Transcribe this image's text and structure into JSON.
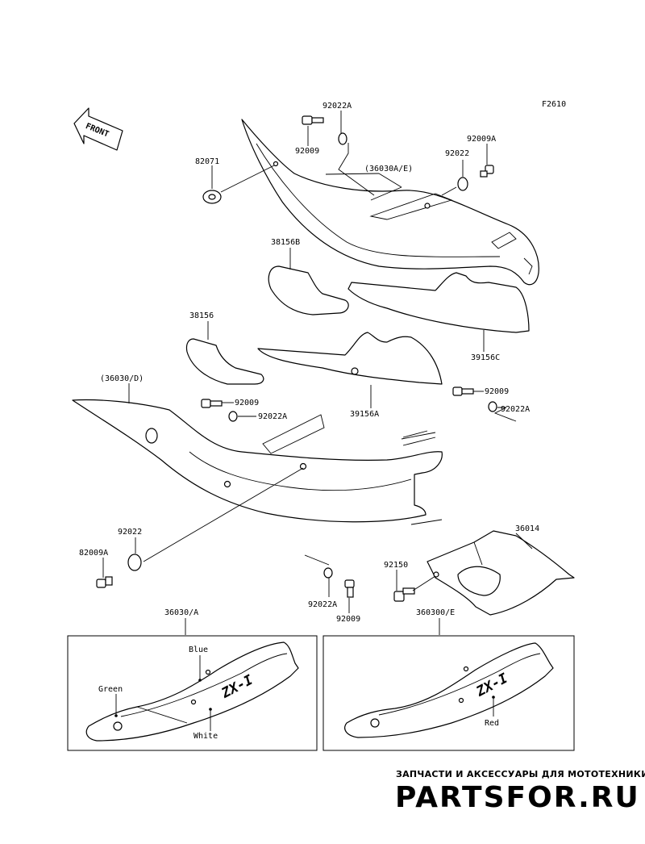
{
  "figure_code": "F2610",
  "front_label": "FRONT",
  "callouts": {
    "p92022A_top": "92022A",
    "p92009_top": "92009",
    "p82071": "82071",
    "p36030AE": "(36030A/E)",
    "p92022_r": "92022",
    "p92009A_r": "92009A",
    "p38156B": "38156B",
    "p38156": "38156",
    "p39156C": "39156C",
    "p39156A": "39156A",
    "p36030D": "(36030/D)",
    "p92009_m": "92009",
    "p92022A_m": "92022A",
    "p92009_r2": "92009",
    "p92022A_r2": "92022A",
    "p92022_l": "92022",
    "p82009A": "82009A",
    "p36014": "36014",
    "p92150": "92150",
    "p92022A_b": "92022A",
    "p92009_b": "92009",
    "p36030A": "36030/A",
    "p36030E": "360300/E"
  },
  "variants": {
    "left": {
      "colors": {
        "blue": "Blue",
        "green": "Green",
        "white": "White"
      }
    },
    "right": {
      "colors": {
        "red": "Red"
      }
    }
  },
  "decal_text": "ZX-I",
  "watermark": {
    "subtitle": "ЗАПЧАСТИ И АКСЕССУАРЫ ДЛЯ МОТОТЕХНИКИ",
    "title": "PARTSFOR.RU",
    "color": "#e8a6a6"
  }
}
